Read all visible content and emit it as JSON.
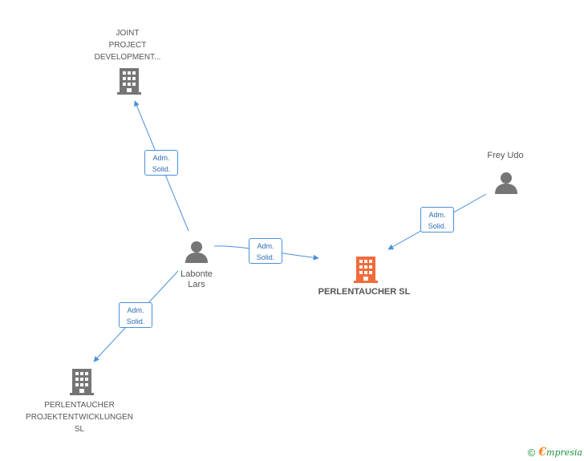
{
  "nodes": {
    "joint_project": {
      "label": "JOINT\nPROJECT\nDEVELOPMENT...",
      "type": "company"
    },
    "perlentaucher_sl": {
      "label": "PERLENTAUCHER SL",
      "type": "company-main",
      "color": "#f26b3a"
    },
    "perlentaucher_projekt": {
      "label": "PERLENTAUCHER\nPROJEKTENTWICKLUNGEN\nSL",
      "type": "company"
    },
    "labonte_lars": {
      "label": "Labonte\nLars",
      "type": "person"
    },
    "frey_udo": {
      "label": "Frey Udo",
      "type": "person"
    }
  },
  "edges": {
    "labonte_to_joint": {
      "label": "Adm.\nSolid."
    },
    "labonte_to_perlentaucher": {
      "label": "Adm.\nSolid."
    },
    "labonte_to_projekt": {
      "label": "Adm.\nSolid."
    },
    "frey_to_perlentaucher": {
      "label": "Adm.\nSolid."
    }
  },
  "colors": {
    "edge": "#4a90d9",
    "icon": "#757575",
    "accent": "#f26b3a"
  },
  "footer": {
    "copyright": "©",
    "brand_e": "€",
    "brand_rest": "mpresia"
  }
}
